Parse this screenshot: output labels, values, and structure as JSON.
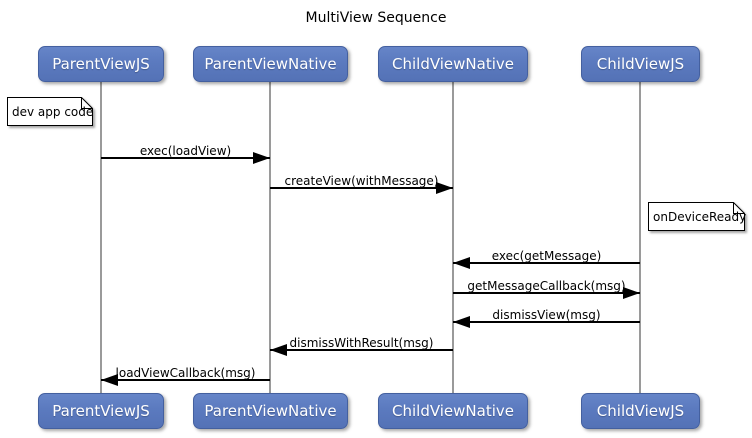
{
  "title": "MultiView Sequence",
  "colors": {
    "participant_fill": "#5b7abf",
    "participant_border": "#44609f",
    "participant_text": "#ffffff",
    "lifeline": "#9a9a9a",
    "message_line": "#000000",
    "note_fill": "#ffffff",
    "note_border": "#000000",
    "background": "#ffffff"
  },
  "participants": [
    {
      "name": "ParentViewJS"
    },
    {
      "name": "ParentViewNative"
    },
    {
      "name": "ChildViewNative"
    },
    {
      "name": "ChildViewJS"
    }
  ],
  "notes": [
    {
      "text": "dev app code",
      "anchor": "ParentViewJS"
    },
    {
      "text": "onDeviceReady",
      "anchor": "ChildViewJS"
    }
  ],
  "messages": [
    {
      "label": "exec(loadView)",
      "from": "ParentViewJS",
      "to": "ParentViewNative"
    },
    {
      "label": "createView(withMessage)",
      "from": "ParentViewNative",
      "to": "ChildViewNative"
    },
    {
      "label": "exec(getMessage)",
      "from": "ChildViewJS",
      "to": "ChildViewNative"
    },
    {
      "label": "getMessageCallback(msg)",
      "from": "ChildViewNative",
      "to": "ChildViewJS"
    },
    {
      "label": "dismissView(msg)",
      "from": "ChildViewJS",
      "to": "ChildViewNative"
    },
    {
      "label": "dismissWithResult(msg)",
      "from": "ChildViewNative",
      "to": "ParentViewNative"
    },
    {
      "label": "loadViewCallback(msg)",
      "from": "ParentViewNative",
      "to": "ParentViewJS"
    }
  ]
}
